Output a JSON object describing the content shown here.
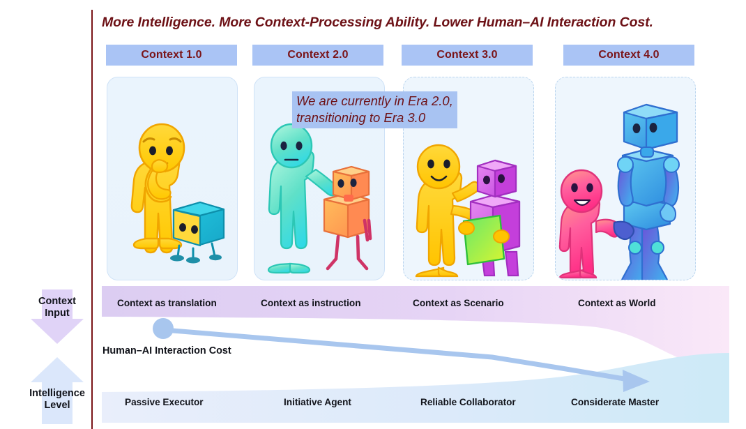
{
  "title": "More Intelligence. More Context-Processing Ability. Lower Human–AI Interaction Cost.",
  "annotation": "We are currently  in Era 2.0,\ntransitioning to Era 3.0",
  "cost_curve_label": "Human–AI Interaction Cost",
  "axes": {
    "context_input": "Context\nInput",
    "intelligence_level": "Intelligence\nLevel"
  },
  "eras": [
    {
      "header": "Context 1.0",
      "context_role": "Context as translation",
      "ai_role": "Passive Executor",
      "scene": "worried yellow human with small cube robot"
    },
    {
      "header": "Context 2.0",
      "context_role": "Context as instruction",
      "ai_role": "Initiative Agent",
      "scene": "teal human guiding orange boxy robot"
    },
    {
      "header": "Context 3.0",
      "context_role": "Context as Scenario",
      "ai_role": "Reliable Collaborator",
      "scene": "yellow human gesturing to purple robot holding document"
    },
    {
      "header": "Context 4.0",
      "context_role": "Context as World",
      "ai_role": "Considerate Master",
      "scene": "pink human shaking hands with tall blue robot"
    }
  ],
  "colors": {
    "title_text": "#6d1116",
    "header_chip": "#aac4f5",
    "callout_bg": "#a8c3f2",
    "context_band_start": "#dccdf2",
    "context_band_end": "#fae8f8",
    "intelligence_band_start": "#e7eefb",
    "intelligence_band_end": "#cdeaf7",
    "curve": "#a8c6ee",
    "rule": "#7a1418"
  },
  "chart_data": {
    "type": "area",
    "title": "More Intelligence. More Context-Processing Ability. Lower Human–AI Interaction Cost.",
    "xlabel": "",
    "ylabel": "",
    "categories": [
      "Context 1.0",
      "Context 2.0",
      "Context 3.0",
      "Context 4.0"
    ],
    "grid": false,
    "legend": "none",
    "series": [
      {
        "name": "Context Input",
        "note": "purple wedge, thick at left narrowing to right",
        "values": [
          100,
          78,
          52,
          14
        ]
      },
      {
        "name": "Intelligence Level",
        "note": "blue wedge, thin at left widening to right",
        "values": [
          14,
          34,
          62,
          100
        ]
      },
      {
        "name": "Human–AI Interaction Cost",
        "note": "descending line with start dot and end arrow",
        "values": [
          100,
          72,
          46,
          10
        ]
      }
    ],
    "annotations": [
      {
        "text": "We are currently  in Era 2.0, transitioning to Era 3.0",
        "at": "between Context 2.0 and Context 3.0"
      }
    ]
  }
}
